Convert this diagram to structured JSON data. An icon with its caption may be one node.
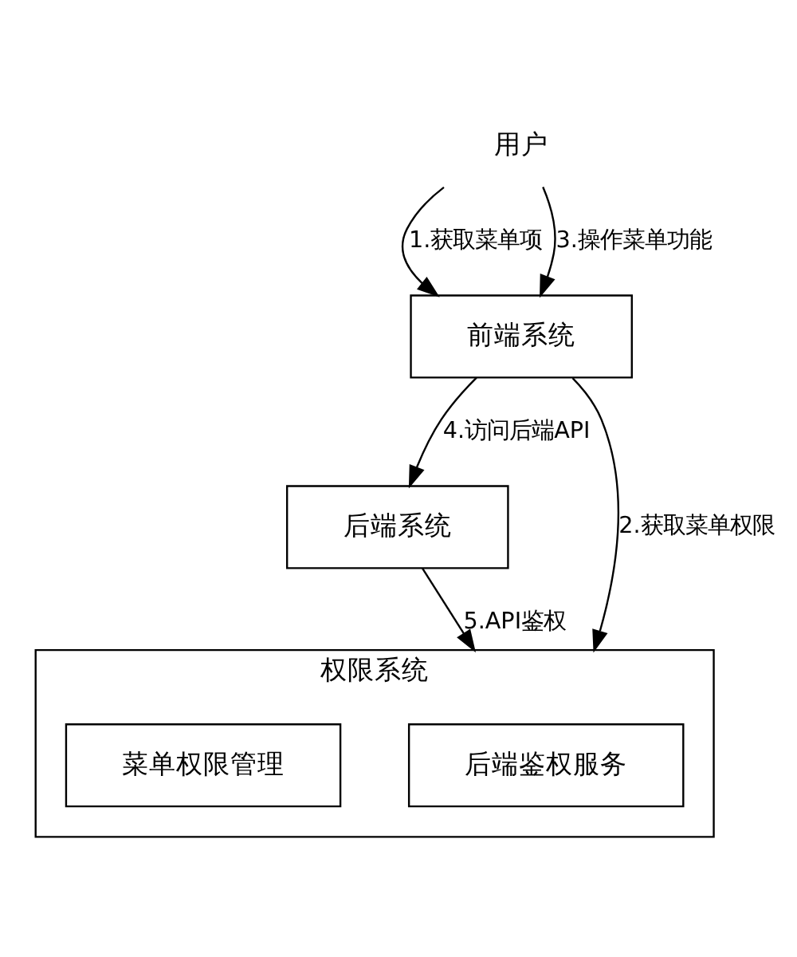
{
  "diagram": {
    "nodes": [
      {
        "text": [
          "用户"
        ]
      },
      {
        "text": [
          "前端系统"
        ]
      },
      {
        "text": [
          "后端系统"
        ]
      },
      {
        "text": [
          "权限系统"
        ]
      },
      {
        "text": [
          "后端鉴权服务"
        ],
        "in": 3
      },
      {
        "text": [
          "菜单权限管理"
        ],
        "in": 3
      }
    ],
    "edges": [
      {
        "from": 0,
        "to": 1,
        "arrow": "to",
        "label": "1.获取菜单项"
      },
      {
        "from": 1,
        "to": 3,
        "arrow": "to",
        "label": "2.获取菜单权限"
      },
      {
        "from": 0,
        "to": 1,
        "arrow": "to",
        "label": "3.操作菜单功能"
      },
      {
        "from": 1,
        "to": 2,
        "arrow": "to",
        "label": "4.访问后端API"
      },
      {
        "from": 2,
        "to": 3,
        "arrow": "to",
        "label": "5.API鉴权"
      }
    ]
  }
}
